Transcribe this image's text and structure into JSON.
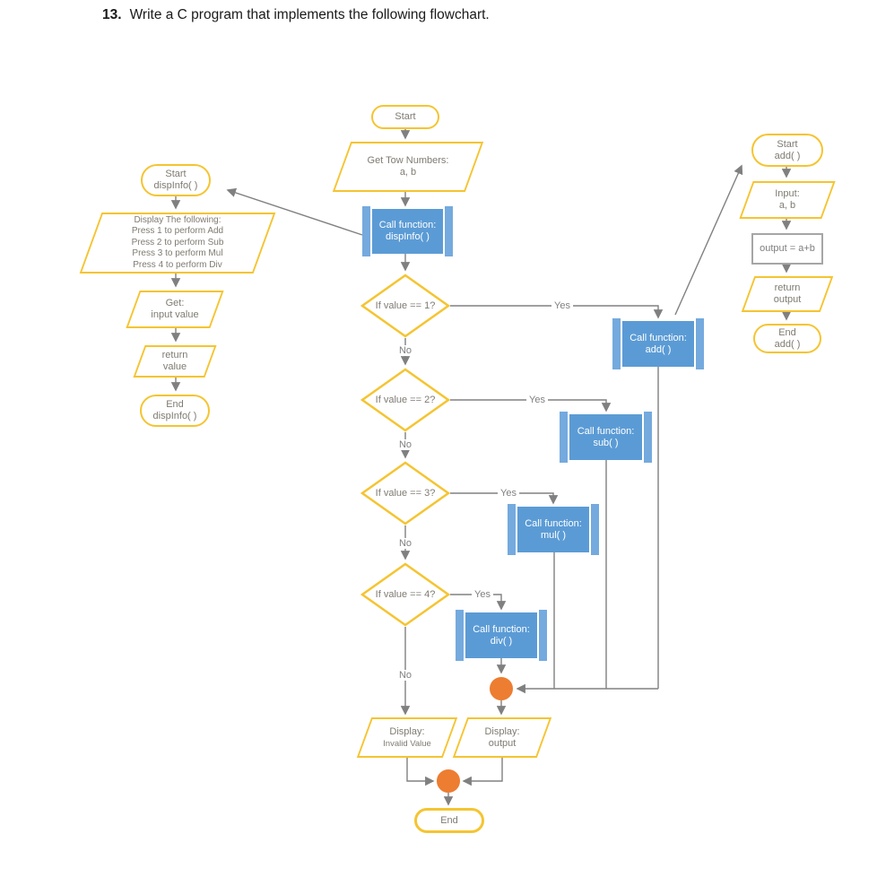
{
  "page": {
    "number": "13.",
    "title": "Write a C program that implements the following flowchart."
  },
  "colors": {
    "shape_outline_yellow": "#F5C431",
    "process_fill_blue": "#5B9BD5",
    "process_side_bar_blue": "#74AADE",
    "connector_dot_orange": "#ED7D31",
    "line_gray": "#808080",
    "shape_text_gray": "#7F7B72",
    "plain_process_border_gray": "#A6A6A6"
  },
  "main_flow": {
    "start": "Start",
    "get_numbers": "Get Tow Numbers:\na, b",
    "call_dispinfo": "Call function:\ndispInfo( )",
    "decisions": [
      {
        "condition": "If value == 1?",
        "yes": "Yes",
        "no": "No",
        "call": "Call function:\nadd( )"
      },
      {
        "condition": "If value == 2?",
        "yes": "Yes",
        "no": "No",
        "call": "Call function:\nsub( )"
      },
      {
        "condition": "If value == 3?",
        "yes": "Yes",
        "no": "No",
        "call": "Call function:\nmul( )"
      },
      {
        "condition": "If value == 4?",
        "yes": "Yes",
        "no": "No",
        "call": "Call function:\ndiv( )"
      }
    ],
    "display_invalid_line1": "Display:",
    "display_invalid_line2": "Invalid Value",
    "display_output": "Display:\noutput",
    "end": "End"
  },
  "dispinfo_flow": {
    "start": "Start\ndispInfo( )",
    "menu": "Display The following:\nPress 1 to perform Add\nPress 2 to perform Sub\nPress 3 to perform Mul\nPress 4 to perform Div",
    "get_input": "Get:\ninput value",
    "return_value": "return\nvalue",
    "end": "End\ndispInfo( )"
  },
  "add_flow": {
    "start": "Start\nadd( )",
    "input": "Input:\na, b",
    "compute": "output = a+b",
    "return_output": "return\noutput",
    "end": "End\nadd( )"
  }
}
